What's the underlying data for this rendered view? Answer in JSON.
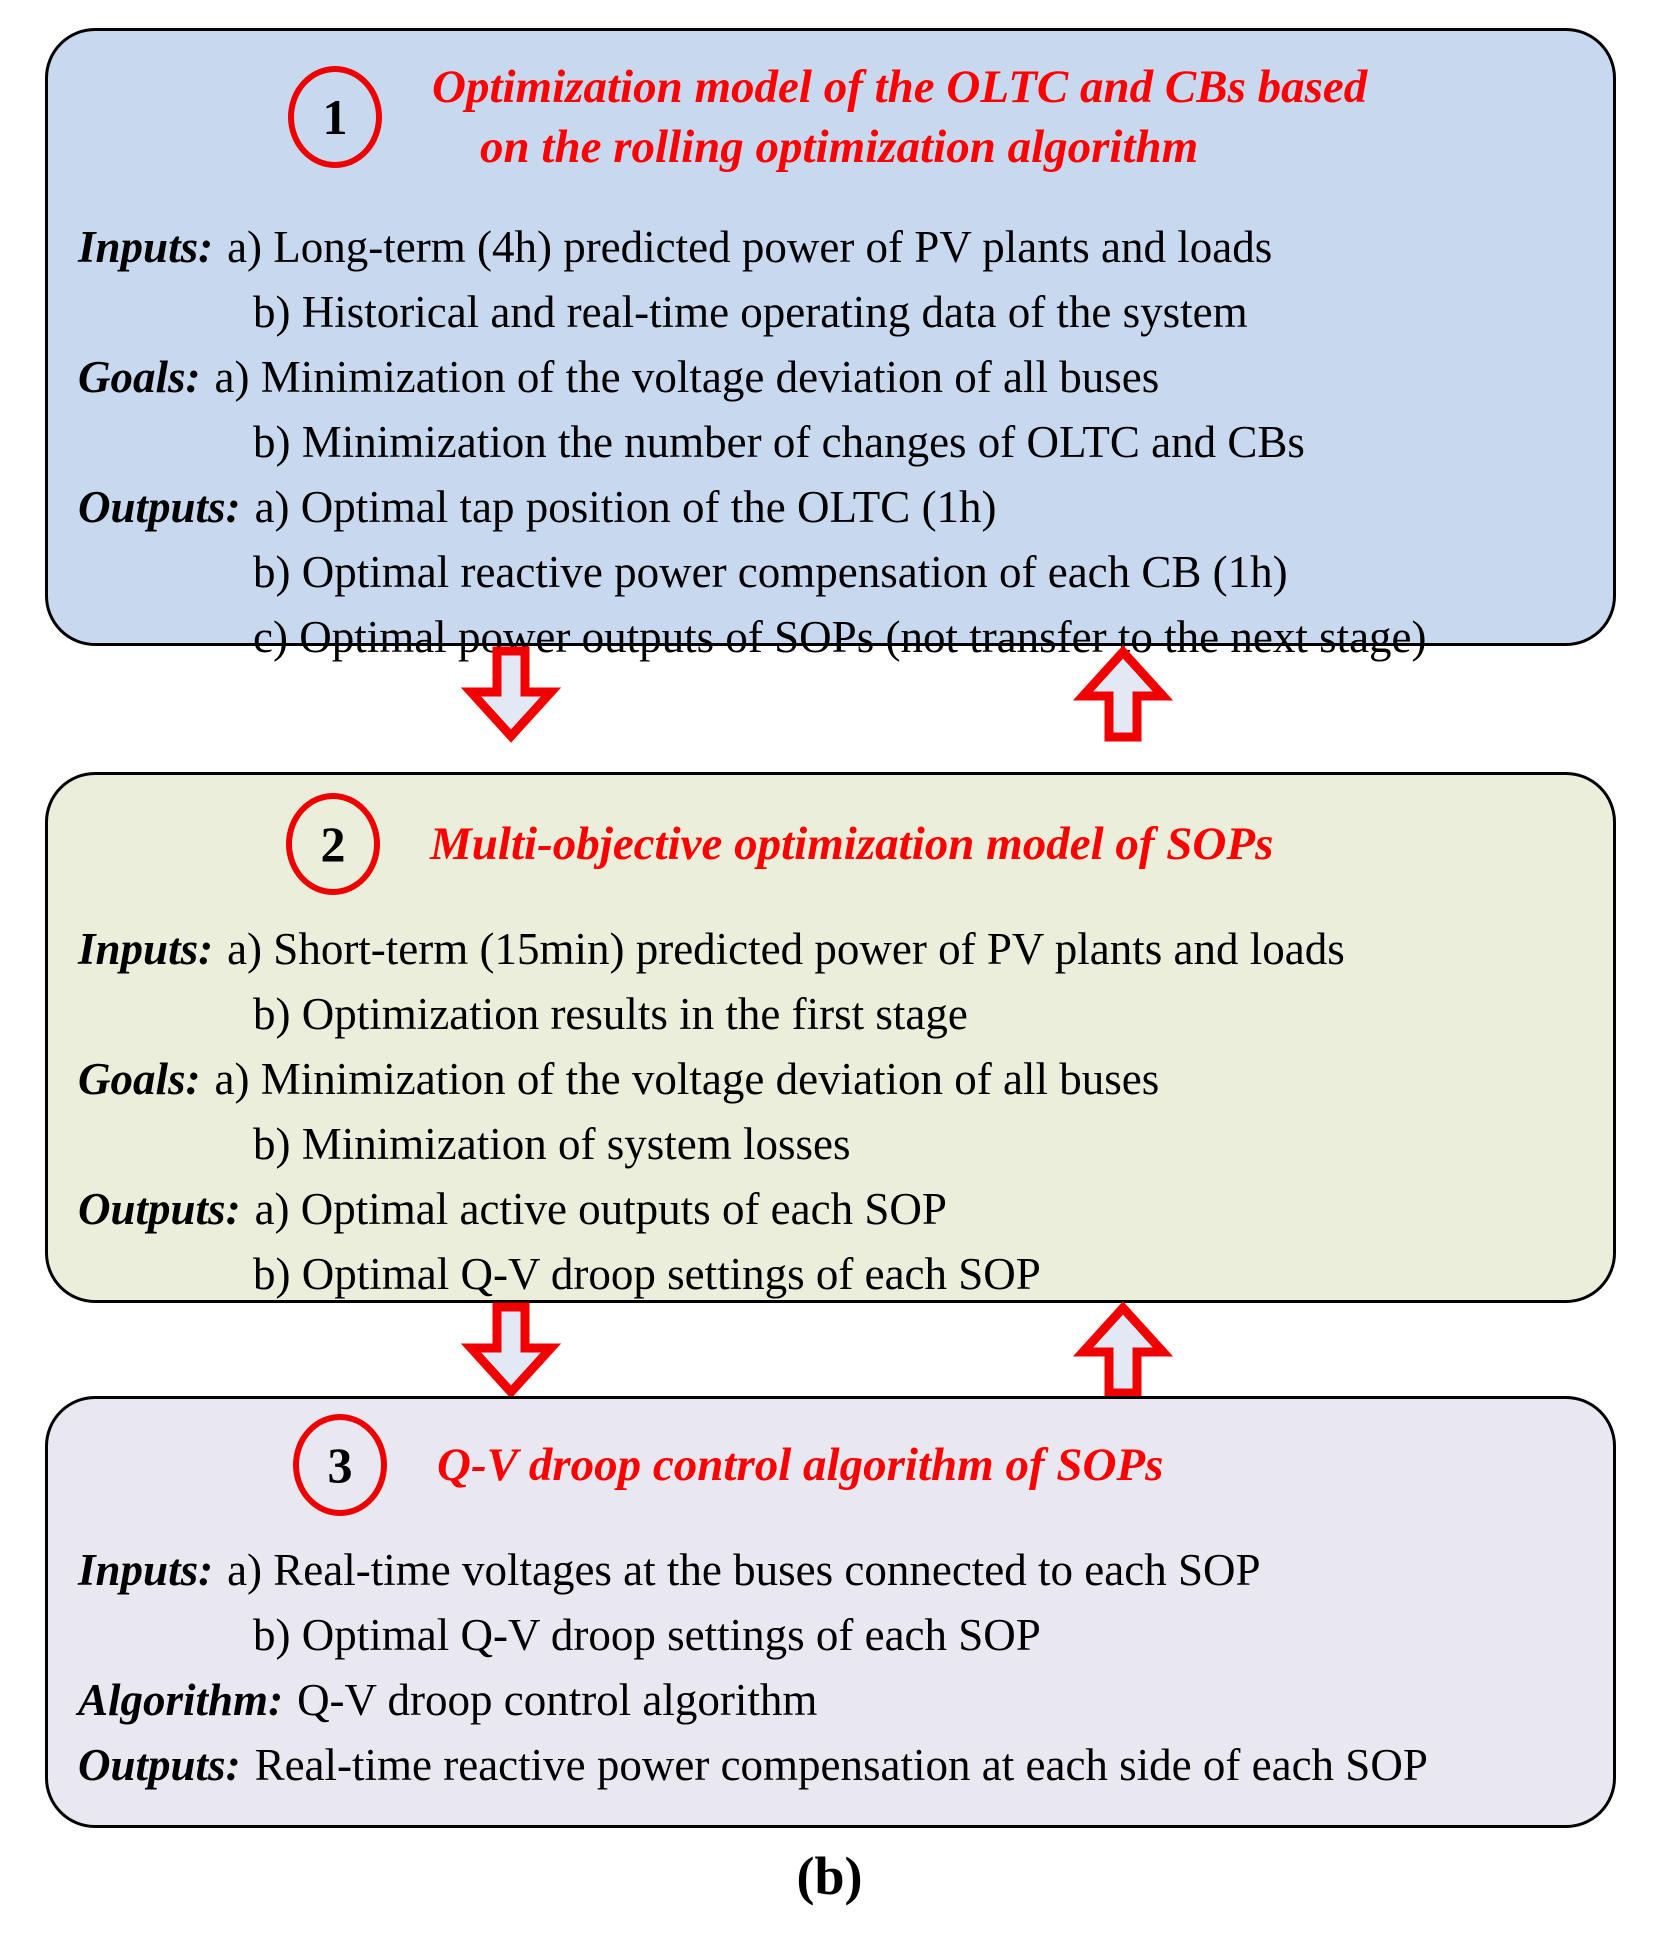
{
  "caption": "(b)",
  "colors": {
    "stage1_fill": "#c8d9ef",
    "stage2_fill": "#eaeeda",
    "stage3_fill": "#e9e7f0",
    "accent_red": "#fe0000",
    "arrow_fill": "#e3e9f4",
    "border": "#000000"
  },
  "icons": {
    "down_arrow": "hollow-down-block-arrow",
    "up_arrow": "hollow-up-block-arrow"
  },
  "boxes": [
    {
      "number": "1",
      "title_lines": [
        "Optimization model of the OLTC and CBs based",
        "on the rolling optimization algorithm"
      ],
      "lines": [
        {
          "label": "Inputs:",
          "text": "a) Long-term (4h) predicted power of PV plants and loads"
        },
        {
          "label": "",
          "text": "b) Historical and real-time operating data of the system"
        },
        {
          "label": "Goals:",
          "text": "a) Minimization of the voltage deviation of all buses"
        },
        {
          "label": "",
          "text": "b) Minimization the number of changes of OLTC and CBs"
        },
        {
          "label": "Outputs:",
          "text": "a) Optimal tap position of the OLTC (1h)"
        },
        {
          "label": "",
          "text": "b) Optimal reactive power compensation of each CB (1h)"
        },
        {
          "label": "",
          "text": "c) Optimal power outputs of SOPs (not transfer to the next stage)"
        }
      ]
    },
    {
      "number": "2",
      "title_lines": [
        "Multi-objective optimization model of SOPs"
      ],
      "lines": [
        {
          "label": "Inputs:",
          "text": "a) Short-term (15min) predicted power of PV plants and loads"
        },
        {
          "label": "",
          "text": "b) Optimization results in the first stage"
        },
        {
          "label": "Goals:",
          "text": "a) Minimization of the voltage deviation of all buses"
        },
        {
          "label": "",
          "text": "b) Minimization of system losses"
        },
        {
          "label": "Outputs:",
          "text": "a) Optimal active outputs of each SOP"
        },
        {
          "label": "",
          "text": "b) Optimal Q-V droop settings of each SOP"
        }
      ]
    },
    {
      "number": "3",
      "title_lines": [
        "Q-V droop control algorithm of SOPs"
      ],
      "lines": [
        {
          "label": "Inputs:",
          "text": "a) Real-time voltages at the buses connected to each SOP"
        },
        {
          "label": "",
          "text": "b) Optimal Q-V droop settings of each SOP"
        },
        {
          "label": "Algorithm:",
          "text": "Q-V droop control algorithm"
        },
        {
          "label": "Outputs:",
          "text": "Real-time reactive power compensation at each side of each SOP"
        }
      ]
    }
  ]
}
